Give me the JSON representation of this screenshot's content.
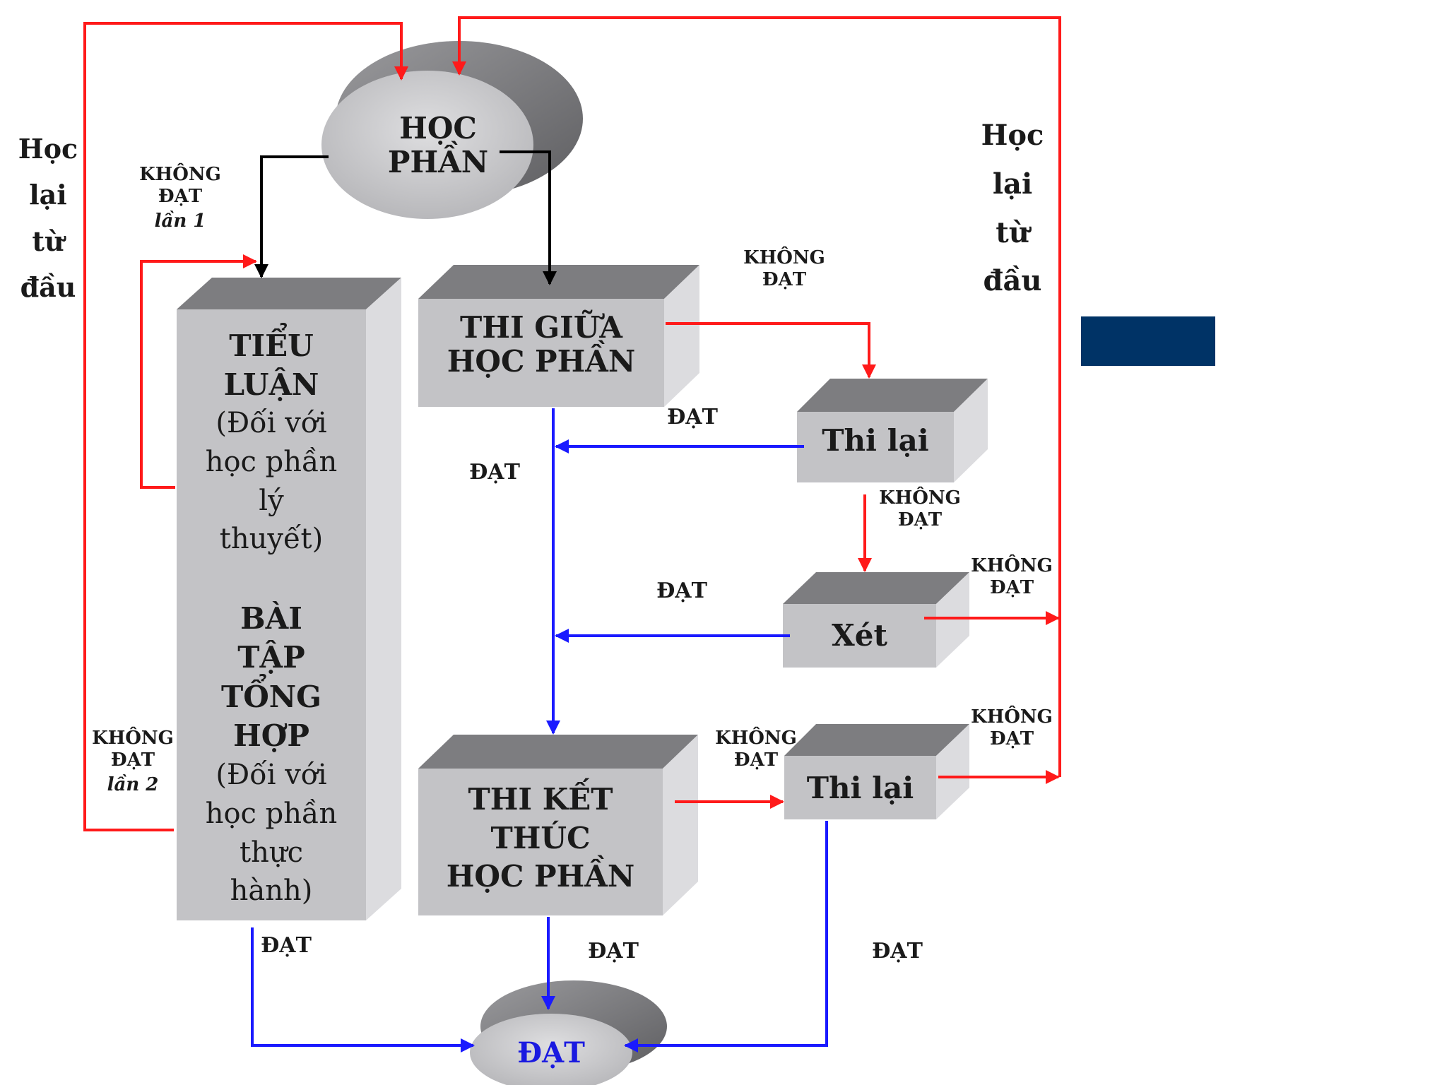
{
  "colors": {
    "box_front": "#c3c3c6",
    "box_top": "#7d7d80",
    "box_side": "#dcdcdf",
    "oval": "#c8c8cb",
    "oval_shadow": "#7c7c7f",
    "arrow_fail": "#ff1a1a",
    "arrow_pass": "#1a1aff",
    "arrow_start": "#000000",
    "badge": "#003366",
    "dat_text": "#1a1ae0"
  },
  "nodes": {
    "hoc_phan": "HỌC\nPHẦN",
    "tieu_luan_title": "TIỂU\nLUẬN",
    "tieu_luan_sub": "(Đối với\nhọc phần\nlý\nthuyết)",
    "bai_tap_title": "BÀI\nTẬP\nTỔNG\nHỢP",
    "bai_tap_sub": "(Đối với\nhọc phần\nthực\nhành)",
    "thi_giua": "THI GIỮA\nHỌC PHẦN",
    "thi_lai_1": "Thi lại",
    "xet": "Xét",
    "thi_ket_thuc": "THI KẾT\nTHÚC\nHỌC PHẦN",
    "thi_lai_2": "Thi lại",
    "dat_final": "ĐẠT"
  },
  "labels": {
    "hoc_lai_left": "Học\nlại\ntừ\nđầu",
    "hoc_lai_right": "Học\nlại\ntừ\nđầu",
    "khong_dat_lan1_a": "KHÔNG\nĐẠT",
    "khong_dat_lan1_b": "lần 1",
    "khong_dat_lan2_a": "KHÔNG\nĐẠT",
    "khong_dat_lan2_b": "lần 2",
    "khong_dat_thi_giua": "KHÔNG\nĐẠT",
    "khong_dat_thi_lai_1": "KHÔNG\nĐẠT",
    "khong_dat_xet": "KHÔNG\nĐẠT",
    "khong_dat_thi_kt": "KHÔNG\nĐẠT",
    "khong_dat_thi_lai_2": "KHÔNG\nĐẠT",
    "dat_thi_lai_1": "ĐẠT",
    "dat_thi_giua": "ĐẠT",
    "dat_xet": "ĐẠT",
    "dat_tieu_luan": "ĐẠT",
    "dat_thi_kt": "ĐẠT",
    "dat_thi_lai_2": "ĐẠT"
  }
}
